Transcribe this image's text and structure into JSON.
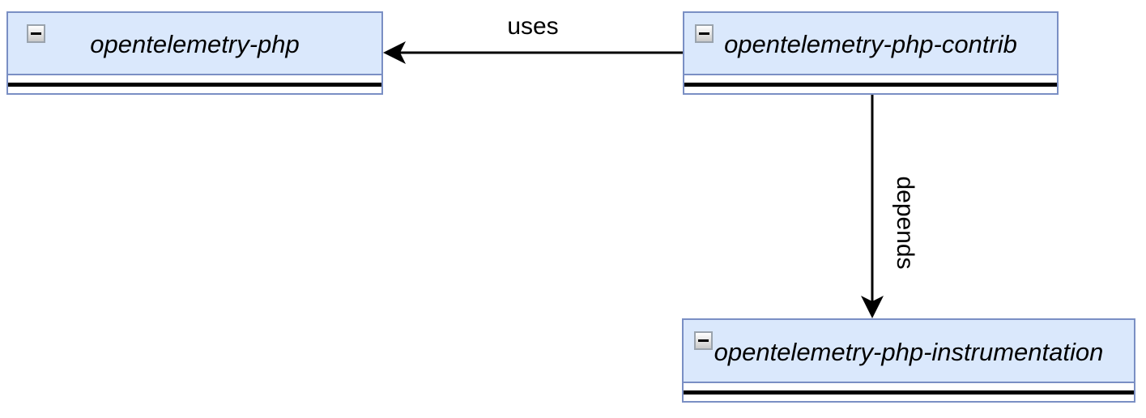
{
  "diagram": {
    "type": "component-dependency-diagram",
    "nodes": [
      {
        "id": "opentelemetry-php",
        "label": "opentelemetry-php",
        "collapse_icon": "minus"
      },
      {
        "id": "opentelemetry-php-contrib",
        "label": "opentelemetry-php-contrib",
        "collapse_icon": "minus"
      },
      {
        "id": "opentelemetry-php-instrumentation",
        "label": "opentelemetry-php-instrumentation",
        "collapse_icon": "minus"
      }
    ],
    "edges": [
      {
        "from": "opentelemetry-php-contrib",
        "to": "opentelemetry-php",
        "label": "uses",
        "direction": "left"
      },
      {
        "from": "opentelemetry-php-contrib",
        "to": "opentelemetry-php-instrumentation",
        "label": "depends",
        "direction": "down"
      }
    ],
    "colors": {
      "node_fill": "#dae8fc",
      "node_border": "#7a8fc4",
      "edge": "#000000",
      "text": "#000000",
      "background": "#ffffff"
    }
  }
}
